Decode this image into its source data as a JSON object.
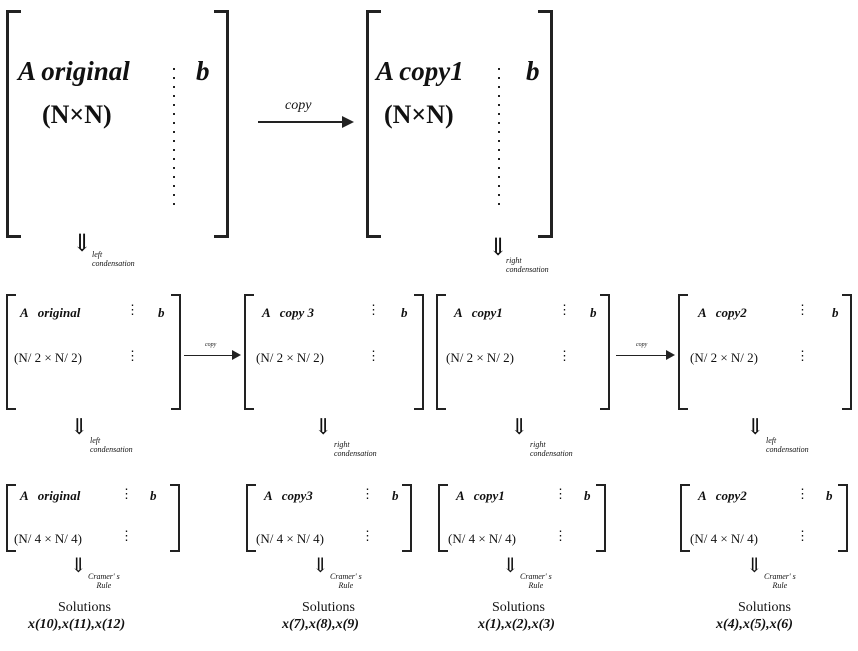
{
  "top": {
    "left": {
      "title": "A original",
      "b": "b",
      "size": "(N×N)"
    },
    "right": {
      "title": "A copy1",
      "b": "b",
      "size": "(N×N)"
    },
    "copy_label": "copy",
    "cond_left": [
      "left",
      "condensation"
    ],
    "cond_right": [
      "right",
      "condensation"
    ]
  },
  "mid": {
    "m1": {
      "title": "A   original",
      "b": "b",
      "size": "(N/ 2 × N/ 2)"
    },
    "m2": {
      "title": "A   copy 3",
      "b": "b",
      "size": "(N/ 2 × N/ 2)"
    },
    "m3": {
      "title": "A   copy1",
      "b": "b",
      "size": "(N/ 2 × N/ 2)"
    },
    "m4": {
      "title": "A   copy2",
      "b": "b",
      "size": "(N/ 2 × N/ 2)"
    },
    "copy_label_1": "copy",
    "copy_label_2": "copy",
    "cond1": [
      "left",
      "condensation"
    ],
    "cond2": [
      "right",
      "condensation"
    ],
    "cond3": [
      "right",
      "condensation"
    ],
    "cond4": [
      "left",
      "condensation"
    ]
  },
  "bottom": {
    "b1": {
      "title": "A   original",
      "b": "b",
      "size": "(N/ 4 × N/ 4)",
      "rule": [
        "Cramer' s",
        "Rule"
      ],
      "solutions": "Solutions",
      "xs": "x(10),x(11),x(12)"
    },
    "b2": {
      "title": "A   copy3",
      "b": "b",
      "size": "(N/ 4 × N/ 4)",
      "rule": [
        "Cramer' s",
        "Rule"
      ],
      "solutions": "Solutions",
      "xs": "x(7),x(8),x(9)"
    },
    "b3": {
      "title": "A   copy1",
      "b": "b",
      "size": "(N/ 4 × N/ 4)",
      "rule": [
        "Cramer' s",
        "Rule"
      ],
      "solutions": "Solutions",
      "xs": "x(1),x(2),x(3)"
    },
    "b4": {
      "title": "A   copy2",
      "b": "b",
      "size": "(N/ 4 × N/ 4)",
      "rule": [
        "Cramer' s",
        "Rule"
      ],
      "solutions": "Solutions",
      "xs": "x(4),x(5),x(6)"
    }
  }
}
